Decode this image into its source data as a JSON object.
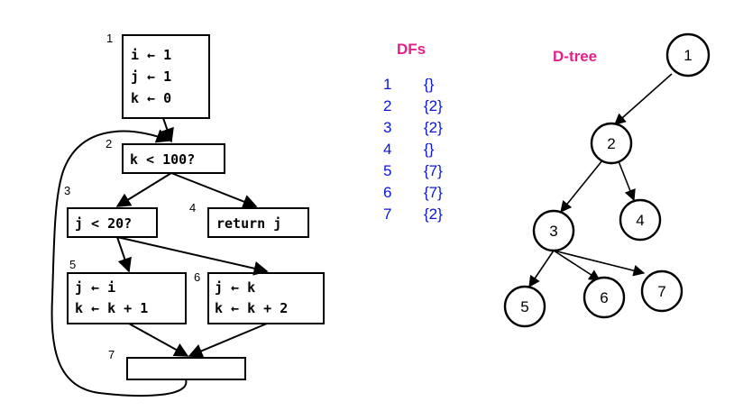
{
  "cfg": {
    "blocks": [
      {
        "id": "1",
        "lines": [
          "i ← 1",
          "j ← 1",
          "k ← 0"
        ]
      },
      {
        "id": "2",
        "lines": [
          "k < 100?"
        ]
      },
      {
        "id": "3",
        "lines": [
          "j < 20?"
        ]
      },
      {
        "id": "4",
        "lines": [
          "return j"
        ]
      },
      {
        "id": "5",
        "lines": [
          "j ← i",
          "k ← k + 1"
        ]
      },
      {
        "id": "6",
        "lines": [
          "j ← k",
          "k ← k + 2"
        ]
      },
      {
        "id": "7",
        "lines": []
      }
    ]
  },
  "dfs": {
    "title": "DFs",
    "title_color": "#e0218a",
    "text_color": "#0a14d8",
    "rows": [
      {
        "node": "1",
        "df": "{}"
      },
      {
        "node": "2",
        "df": "{2}"
      },
      {
        "node": "3",
        "df": "{2}"
      },
      {
        "node": "4",
        "df": "{}"
      },
      {
        "node": "5",
        "df": "{7}"
      },
      {
        "node": "6",
        "df": "{7}"
      },
      {
        "node": "7",
        "df": "{2}"
      }
    ]
  },
  "dtree": {
    "title": "D-tree",
    "title_color": "#e0218a",
    "nodes": [
      "1",
      "2",
      "3",
      "4",
      "5",
      "6",
      "7"
    ]
  }
}
